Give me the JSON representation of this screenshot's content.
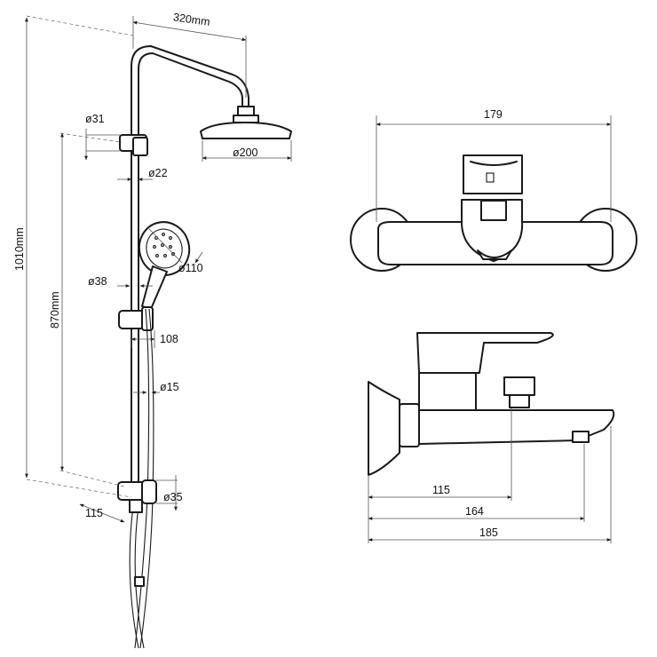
{
  "shower_column": {
    "labels": {
      "width_head": "320mm",
      "dia_31": "ø31",
      "dia_22": "ø22",
      "dia_200": "ø200",
      "dia_110": "ø110",
      "dia_38": "ø38",
      "len_108": "108",
      "dia_15": "ø15",
      "dia_35": "ø35",
      "len_115": "115",
      "height_total": "1010mm",
      "height_870": "870mm"
    }
  },
  "mixer_front": {
    "labels": {
      "width": "179"
    }
  },
  "mixer_side": {
    "labels": {
      "d115": "115",
      "d164": "164",
      "d185": "185"
    }
  }
}
